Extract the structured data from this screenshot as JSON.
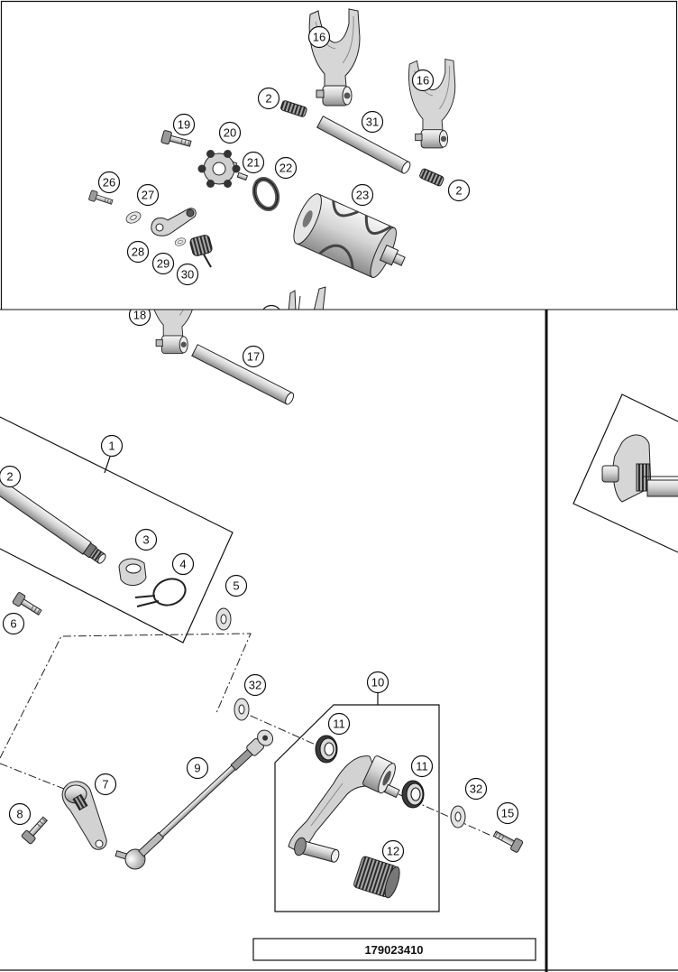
{
  "top_view": {
    "callouts": [
      "16",
      "16",
      "2",
      "31",
      "19",
      "20",
      "21",
      "22",
      "2",
      "26",
      "27",
      "23",
      "28",
      "29",
      "30"
    ]
  },
  "main_view": {
    "callouts": [
      "18",
      "17",
      "1",
      "2",
      "3",
      "4",
      "5",
      "6",
      "32",
      "10",
      "11",
      "9",
      "11",
      "7",
      "32",
      "8",
      "15",
      "12"
    ]
  },
  "illustration_number": "179023410"
}
